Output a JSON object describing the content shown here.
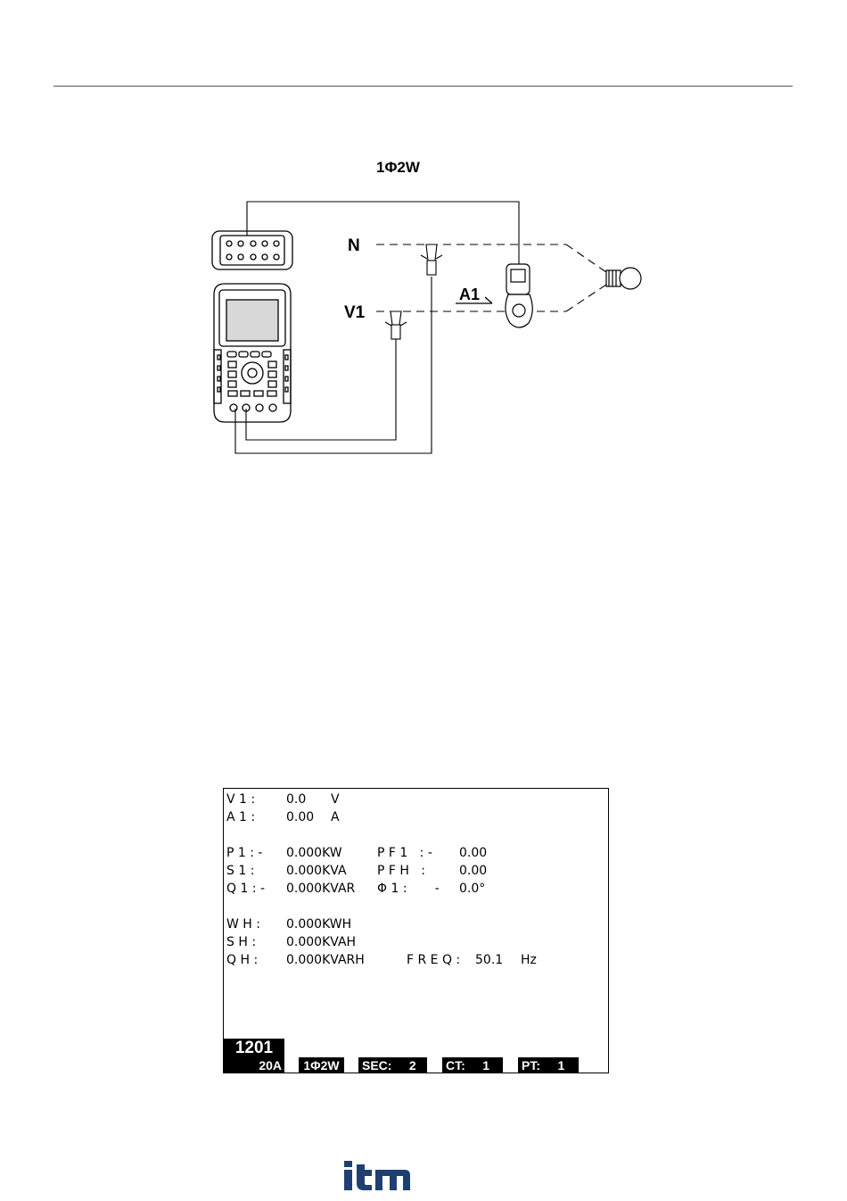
{
  "diagram": {
    "title": "1Φ2W",
    "labels": {
      "neutral": "N",
      "voltage": "V1",
      "current": "A1"
    }
  },
  "screen": {
    "rows": [
      {
        "c1": "V 1 :",
        "c2": "0.0",
        "c3": "V"
      },
      {
        "c1": "A 1 :",
        "c2": "0.00",
        "c3": "A"
      },
      {
        "c1": "P 1 : -",
        "c2": "0.000KW",
        "c3": "P F 1   : -",
        "c4": "0.00"
      },
      {
        "c1": "S 1 :",
        "c2": "0.000KVA",
        "c3": "P F H   :",
        "c4": "0.00"
      },
      {
        "c1": "Q 1 : -",
        "c2": "0.000KVAR",
        "c3": "Φ 1 :       -",
        "c4": "0.0°"
      },
      {
        "c1": "W H :",
        "c2": "0.000KWH"
      },
      {
        "c1": "S H :",
        "c2": "0.000KVAH"
      },
      {
        "c1": "Q H :",
        "c2": "0.000KVARH",
        "c3": "F R E Q :",
        "c4": "50.1",
        "c5": "Hz"
      }
    ],
    "status": {
      "model": "1201",
      "range": "20A",
      "wiring": "1Φ2W",
      "sec": "SEC:     2",
      "ct": "CT:     1",
      "pt": "PT:     1"
    }
  }
}
